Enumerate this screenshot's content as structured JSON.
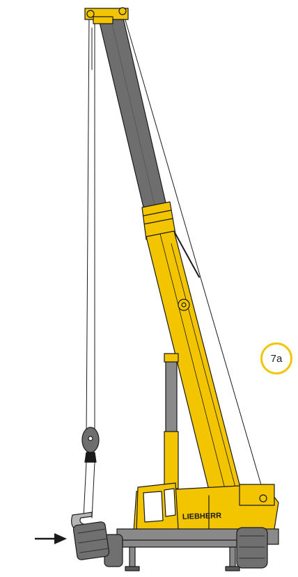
{
  "figure": {
    "description": "",
    "brand_text": "LIEBHERR",
    "step_label": "7a"
  },
  "colors": {
    "crane_yellow": "#f2c500",
    "boom_gray": "#6e6e6e",
    "tire_gray": "#707070",
    "outline": "#1a1a1a",
    "badge_ring": "#f2c500"
  },
  "icons": {
    "arrow": "arrow-right-icon",
    "hook": "hook-block-icon",
    "badge": "step-badge"
  }
}
